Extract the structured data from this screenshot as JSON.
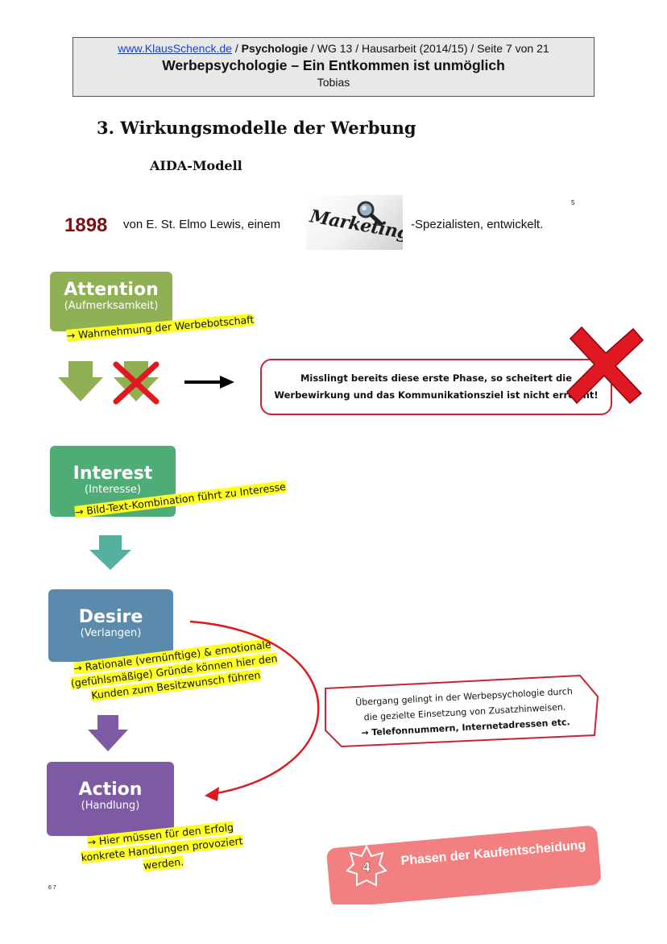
{
  "header": {
    "site": "www.KlausSchenck.de",
    "sep1": " / ",
    "subject": "Psychologie",
    "details": " / WG 13 / Hausarbeit (2014/15) / Seite 7 von 21",
    "title": "Werbepsychologie – Ein Entkommen ist unmöglich",
    "author": "Tobias"
  },
  "section_title": "3. Wirkungsmodelle der Werbung",
  "model_title": "AIDA-Modell",
  "intro": {
    "year": "1898",
    "text_before": "von E. St. Elmo Lewis, einem",
    "logo_word": "Marketing",
    "text_after": "-Spezialisten, entwickelt.",
    "footnote": "5"
  },
  "stages": {
    "attention": {
      "title": "Attention",
      "subtitle": "(Aufmerksamkeit)",
      "note": "→ Wahrnehmung der Werbebotschaft"
    },
    "interest": {
      "title": "Interest",
      "subtitle": "(Interesse)",
      "note": "→ Bild-Text-Kombination führt zu Interesse"
    },
    "desire": {
      "title": "Desire",
      "subtitle": "(Verlangen)",
      "note_lines": [
        "→ Rationale (vernünftige) & emotionale",
        "(gefühlsmäßige) Gründe können hier den",
        "Kunden zum Besitzwunsch führen"
      ]
    },
    "action": {
      "title": "Action",
      "subtitle": "(Handlung)",
      "note_lines": [
        "→ Hier müssen für den Erfolg",
        "konkrete Handlungen provoziert",
        "werden."
      ]
    }
  },
  "warning": {
    "line1": "Misslingt bereits diese erste Phase, so scheitert die",
    "line2": "Werbewirkung und das Kommunikationsziel ist nicht erreicht!"
  },
  "transition": {
    "line1": "Übergang gelingt in der Werbepsychologie durch",
    "line2": "die gezielte Einsetzung von Zusatzhinweisen.",
    "line3": "→ Telefonnummern, Internetadressen etc."
  },
  "phasen": {
    "number": "4",
    "label": "Phasen der Kaufentscheidung"
  },
  "page_numbers": "6 7",
  "colors": {
    "attention": "#8fb154",
    "interest": "#4ead76",
    "desire": "#5a8bad",
    "action": "#7e5aa4",
    "highlight": "#ffff22",
    "cross": "#e01822",
    "year": "#7b1010",
    "phasen_bg": "#f38080"
  }
}
